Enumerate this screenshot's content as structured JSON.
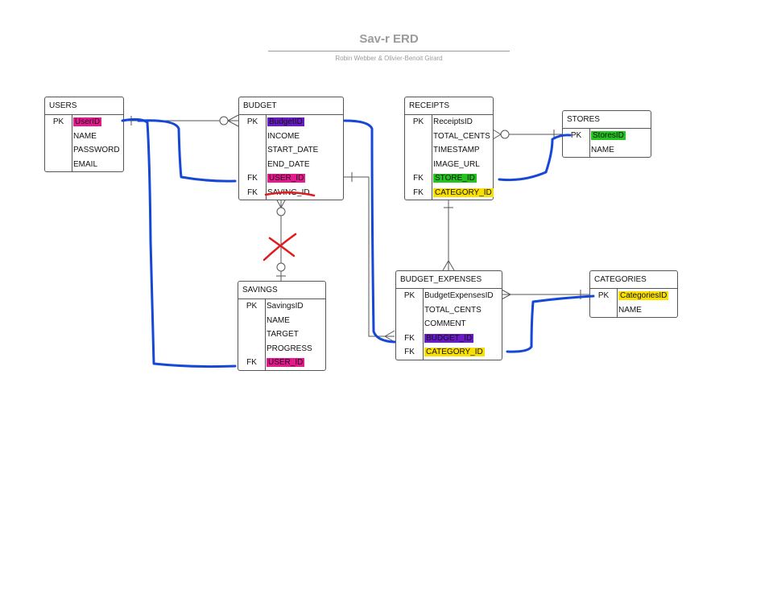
{
  "diagram": {
    "title": "Sav-r ERD",
    "subtitle": "Robin Webber & Olivier-Benoit Girard",
    "colors": {
      "ink": "#555555",
      "title": "#9b9b9b",
      "annotation_blue": "#1747d6",
      "annotation_red": "#e01b1b",
      "highlight_pink": "#e6198f",
      "highlight_purple": "#6a1bc8",
      "highlight_green": "#23c41f",
      "highlight_yellow": "#f9e000"
    },
    "entities": {
      "users": {
        "name": "USERS",
        "rows": [
          {
            "key": "PK",
            "field": "UserID",
            "highlight": "pink"
          },
          {
            "key": "",
            "field": "NAME"
          },
          {
            "key": "",
            "field": "PASSWORD"
          },
          {
            "key": "",
            "field": "EMAIL"
          }
        ]
      },
      "budget": {
        "name": "BUDGET",
        "rows": [
          {
            "key": "PK",
            "field": "BudgetID",
            "highlight": "purple"
          },
          {
            "key": "",
            "field": "INCOME"
          },
          {
            "key": "",
            "field": "START_DATE"
          },
          {
            "key": "",
            "field": "END_DATE"
          },
          {
            "key": "FK",
            "field": "USER_ID",
            "highlight": "pink"
          },
          {
            "key": "FK",
            "field": "SAVING_ID",
            "struck": true
          }
        ]
      },
      "receipts": {
        "name": "RECEIPTS",
        "rows": [
          {
            "key": "PK",
            "field": "ReceiptsID"
          },
          {
            "key": "",
            "field": "TOTAL_CENTS"
          },
          {
            "key": "",
            "field": "TIMESTAMP"
          },
          {
            "key": "",
            "field": "IMAGE_URL"
          },
          {
            "key": "FK",
            "field": "STORE_ID",
            "highlight": "green"
          },
          {
            "key": "FK",
            "field": "CATEGORY_ID",
            "highlight": "yellow"
          }
        ]
      },
      "stores": {
        "name": "STORES",
        "rows": [
          {
            "key": "PK",
            "field": "StoresID",
            "highlight": "green"
          },
          {
            "key": "",
            "field": "NAME"
          }
        ]
      },
      "savings": {
        "name": "SAVINGS",
        "rows": [
          {
            "key": "PK",
            "field": "SavingsID"
          },
          {
            "key": "",
            "field": "NAME"
          },
          {
            "key": "",
            "field": "TARGET"
          },
          {
            "key": "",
            "field": "PROGRESS"
          },
          {
            "key": "FK",
            "field": "USER_ID",
            "highlight": "pink"
          }
        ]
      },
      "budget_expenses": {
        "name": "BUDGET_EXPENSES",
        "rows": [
          {
            "key": "PK",
            "field": "BudgetExpensesID"
          },
          {
            "key": "",
            "field": "TOTAL_CENTS"
          },
          {
            "key": "",
            "field": "COMMENT"
          },
          {
            "key": "FK",
            "field": "BUDGET_ID",
            "highlight": "purple"
          },
          {
            "key": "FK",
            "field": "CATEGORY_ID",
            "highlight": "yellow"
          }
        ]
      },
      "categories": {
        "name": "CATEGORIES",
        "rows": [
          {
            "key": "PK",
            "field": "CategoriesID",
            "highlight": "yellow"
          },
          {
            "key": "",
            "field": "NAME"
          }
        ]
      }
    }
  }
}
